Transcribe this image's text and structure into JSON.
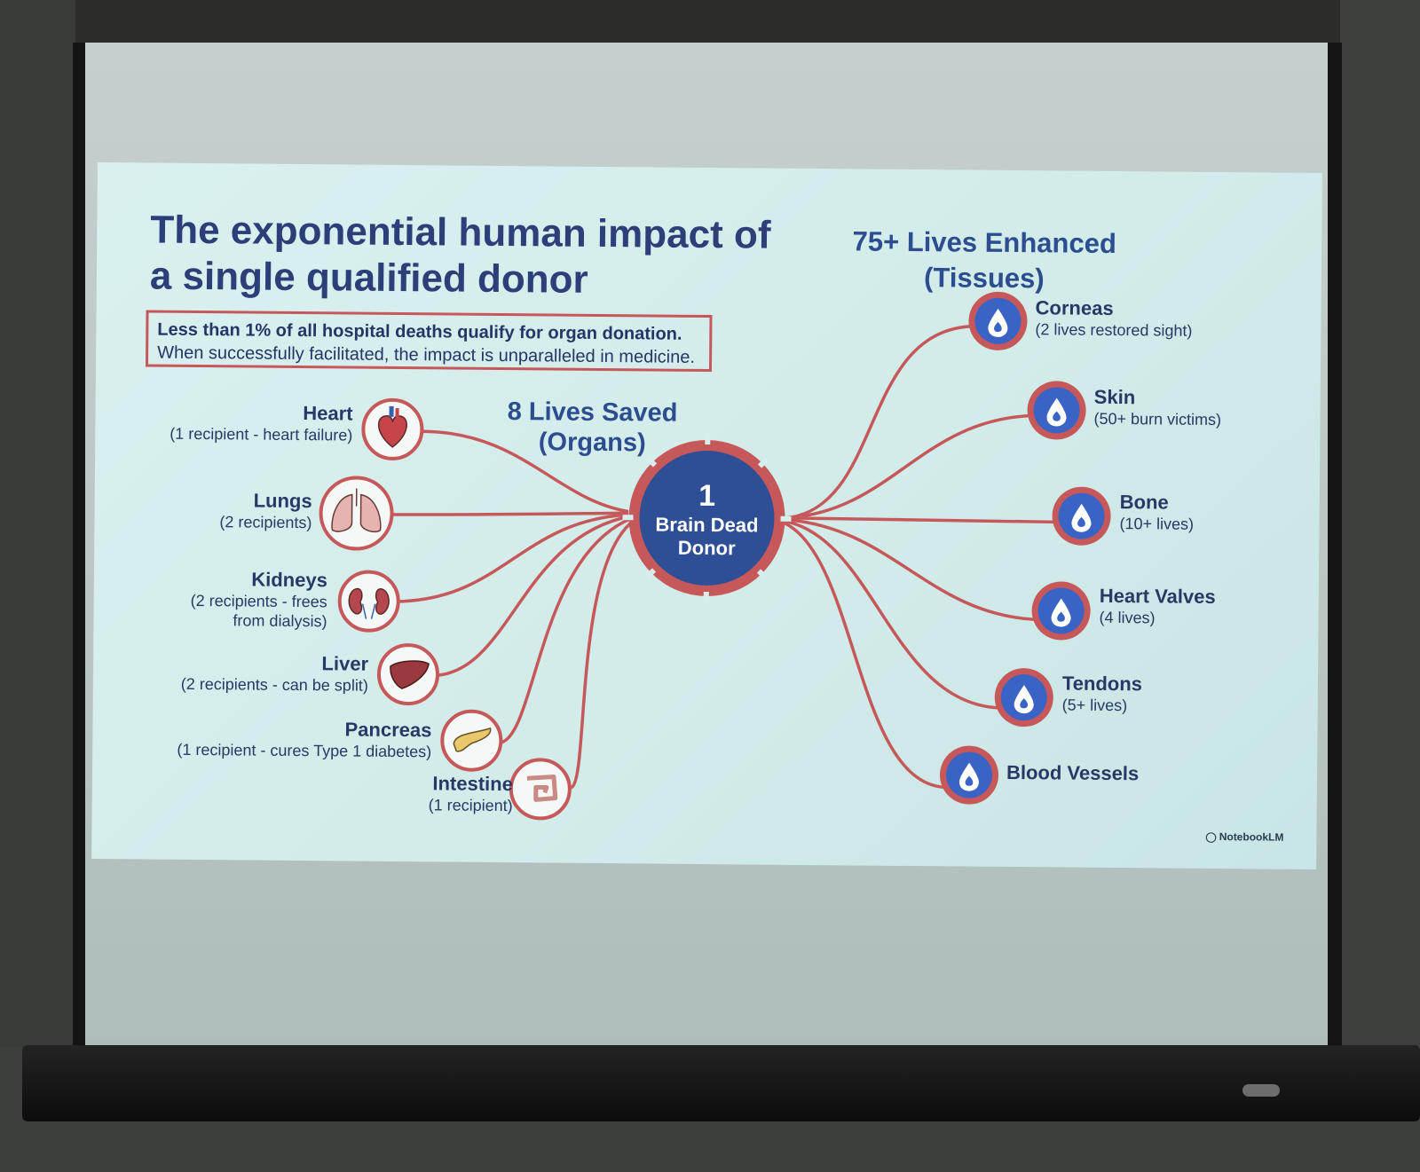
{
  "slide": {
    "title": "The exponential human impact of a single qualified donor",
    "callout": {
      "line1": "Less than 1% of all hospital deaths qualify for organ donation.",
      "line2": "When successfully facilitated, the impact is unparalleled in medicine."
    },
    "organs_heading": "8 Lives Saved (Organs)",
    "tissues_heading": "75+ Lives Enhanced (Tissues)",
    "hub": {
      "number": "1",
      "label": "Brain Dead Donor"
    },
    "organs": [
      {
        "name": "Heart",
        "desc": "(1 recipient - heart failure)",
        "icon": "heart-icon"
      },
      {
        "name": "Lungs",
        "desc": "(2 recipients)",
        "icon": "lungs-icon"
      },
      {
        "name": "Kidneys",
        "desc": "(2 recipients - frees\nfrom dialysis)",
        "icon": "kidneys-icon"
      },
      {
        "name": "Liver",
        "desc": "(2 recipients - can be split)",
        "icon": "liver-icon"
      },
      {
        "name": "Pancreas",
        "desc": "(1 recipient - cures Type 1 diabetes)",
        "icon": "pancreas-icon"
      },
      {
        "name": "Intestine",
        "desc": "(1 recipient)",
        "icon": "intestine-icon"
      }
    ],
    "tissues": [
      {
        "name": "Corneas",
        "desc": "(2 lives restored sight)",
        "icon": "droplet-icon"
      },
      {
        "name": "Skin",
        "desc": "(50+ burn victims)",
        "icon": "droplet-icon"
      },
      {
        "name": "Bone",
        "desc": "(10+ lives)",
        "icon": "droplet-icon"
      },
      {
        "name": "Heart Valves",
        "desc": "(4 lives)",
        "icon": "droplet-icon"
      },
      {
        "name": "Tendons",
        "desc": "(5+ lives)",
        "icon": "droplet-icon"
      },
      {
        "name": "Blood Vessels",
        "desc": "",
        "icon": "droplet-icon"
      }
    ],
    "watermark": "NotebookLM",
    "colors": {
      "navy": "#2c3f78",
      "accent_red": "#c6585a",
      "hub_blue": "#2e4f96",
      "tissue_blue": "#3a63c6",
      "slide_bg": "#d6eeec"
    }
  }
}
